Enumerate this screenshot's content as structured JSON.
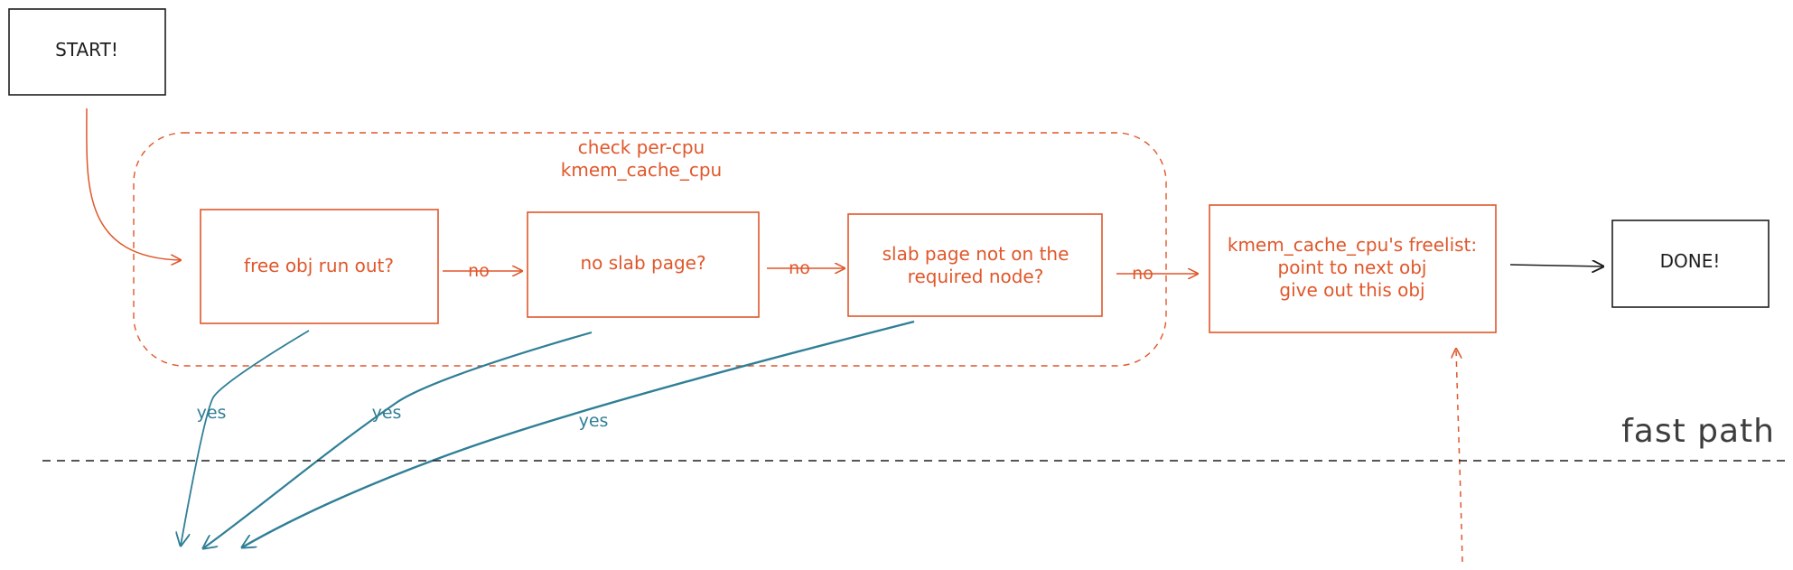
{
  "colors": {
    "orange": "#e0572b",
    "teal": "#2f7f96",
    "black": "#1e1e1e",
    "gray": "#3d3d3d"
  },
  "diagram": {
    "start": "START!",
    "done": "DONE!",
    "group_label": [
      "check per-cpu",
      "kmem_cache_cpu"
    ],
    "check_free_obj": "free obj run out?",
    "check_slab_page": "no slab page?",
    "check_node": [
      "slab page not on the",
      "required node?"
    ],
    "freelist_action": [
      "kmem_cache_cpu's freelist:",
      "point to next obj",
      "give out this obj"
    ],
    "edge_no_1": "no",
    "edge_no_2": "no",
    "edge_no_3": "no",
    "edge_yes_1": "yes",
    "edge_yes_2": "yes",
    "edge_yes_3": "yes",
    "fast_path": "fast path"
  }
}
